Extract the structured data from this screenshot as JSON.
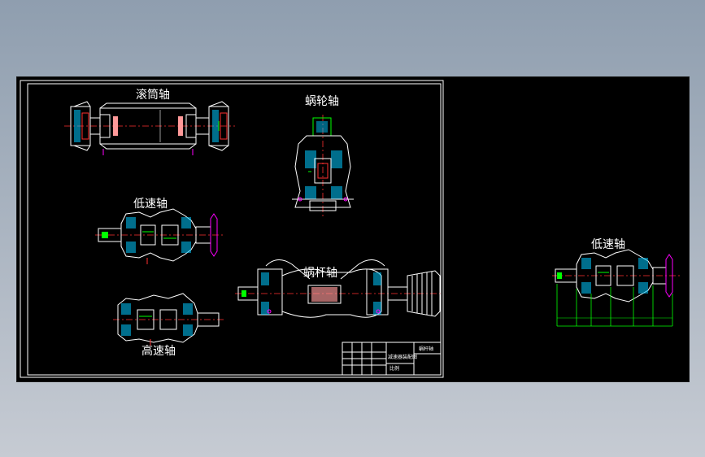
{
  "labels": {
    "drum_shaft": "滚筒轴",
    "worm_wheel_shaft": "蜗轮轴",
    "low_speed_shaft": "低速轴",
    "worm_shaft": "蜗杆轴",
    "high_speed_shaft": "高速轴",
    "low_speed_shaft_detail": "低速轴"
  },
  "title_block": {
    "drawing_title": "蜗杆轴",
    "row_a": "减速器装配图",
    "row_b": "比例"
  },
  "colors": {
    "line": "#ffffff",
    "hatch": "#00c8ff",
    "center": "#ff3030",
    "accent": "#00ff00",
    "mark": "#ff00ff",
    "fill": "#ff9a9a"
  }
}
